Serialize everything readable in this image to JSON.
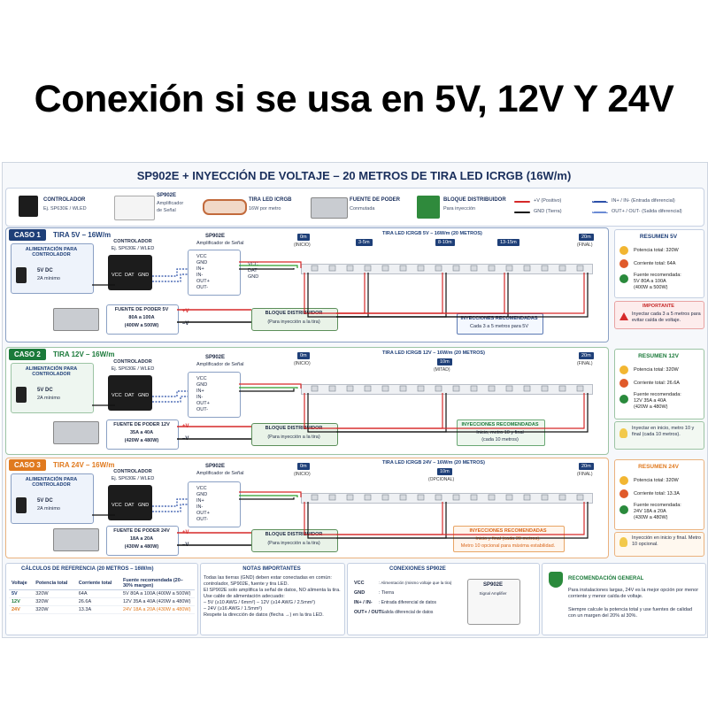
{
  "headline": "Conexión  si se usa en 5V, 12V Y 24V",
  "title": "SP902E + INYECCIÓN DE VOLTAJE – 20 METROS DE TIRA LED ICRGB (16W/m)",
  "legend": {
    "controller": {
      "title": "CONTROLADOR",
      "sub": "Ej. SP630E / WLED"
    },
    "sp902e": {
      "title": "SP902E",
      "sub1": "Amplificador",
      "sub2": "de Señal"
    },
    "strip": {
      "title": "TIRA LED ICRGB",
      "sub": "16W por metro"
    },
    "psu": {
      "title": "FUENTE DE PODER",
      "sub": "Conmutada"
    },
    "distributor": {
      "title": "BLOQUE DISTRIBUIDOR",
      "sub": "Para inyección"
    },
    "lines": {
      "pos": "+V (Positivo)",
      "gnd": "GND (Tierra)",
      "diff_in": "IN+ / IN-  (Entrada diferencial)",
      "diff_out": "OUT+ / OUT-  (Salida diferencial)"
    }
  },
  "colors": {
    "case1": "#1e3f78",
    "case2": "#1b7a3a",
    "case3": "#e07a1f",
    "positive": "#d62828",
    "ground": "#111111",
    "data": "#2a9d2a",
    "diff": "#2b4fa8"
  },
  "case1": {
    "tab": "CASO 1",
    "title": "TIRA 5V – 16W/m",
    "supply_title": "ALIMENTACIÓN PARA CONTROLADOR",
    "supply_v": "5V DC",
    "supply_a": "2A mínimo",
    "controller_title": "CONTROLADOR",
    "controller_sub": "Ej. SP630E / WLED",
    "ctrl_pins": [
      "VCC",
      "DAT",
      "GND"
    ],
    "sp_title": "SP902E",
    "sp_sub": "Amplificador de Señal",
    "sp_pins": [
      "VCC",
      "GND",
      "IN+",
      "IN-",
      "OUT+",
      "OUT-"
    ],
    "strip_title": "TIRA LED ICRGB 5V – 16W/m (20 METROS)",
    "marks": [
      {
        "m": "0m",
        "s": "(INICIO)"
      },
      {
        "m": "3-5m",
        "s": ""
      },
      {
        "m": "8-10m",
        "s": ""
      },
      {
        "m": "13-15m",
        "s": ""
      },
      {
        "m": "20m",
        "s": "(FINAL)"
      }
    ],
    "strip_pins": [
      "VCC",
      "DAT",
      "GND"
    ],
    "psu_title": "FUENTE DE PODER 5V",
    "psu_line1": "80A a 100A",
    "psu_line2": "(400W a 500W)",
    "rails": [
      "+V",
      "–V"
    ],
    "dist_title": "BLOQUE DISTRIBUIDOR",
    "dist_sub": "(Para inyección a la tira)",
    "inj_title": "INYECCIONES RECOMENDADAS",
    "inj_sub": "Cada 3 a 5 metros para 5V",
    "summary_title": "RESUMEN 5V",
    "summary_rows": [
      "Potencia total: 320W",
      "Corriente total: 64A",
      "Fuente recomendada:",
      "5V 80A a 100A",
      "(400W a 500W)"
    ],
    "warning_title": "IMPORTANTE",
    "warning_text": "Inyectar cada 3 a 5 metros para evitar caída de voltaje."
  },
  "case2": {
    "tab": "CASO 2",
    "title": "TIRA 12V – 16W/m",
    "supply_title": "ALIMENTACIÓN PARA CONTROLADOR",
    "supply_v": "5V DC",
    "supply_a": "2A mínimo",
    "controller_title": "CONTROLADOR",
    "controller_sub": "Ej. SP630E / WLED",
    "ctrl_pins": [
      "VCC",
      "DAT",
      "GND"
    ],
    "sp_title": "SP902E",
    "sp_sub": "Amplificador de Señal",
    "sp_pins": [
      "VCC",
      "GND",
      "IN+",
      "IN-",
      "OUT+",
      "OUT-"
    ],
    "strip_title": "TIRA LED ICRGB 12V – 16W/m  (20 METROS)",
    "marks": [
      {
        "m": "0m",
        "s": "(INICIO)"
      },
      {
        "m": "10m",
        "s": "(MITAD)"
      },
      {
        "m": "20m",
        "s": "(FINAL)"
      }
    ],
    "psu_title": "FUENTE DE PODER 12V",
    "psu_line1": "35A a 40A",
    "psu_line2": "(420W a 480W)",
    "rails": [
      "+V",
      "–V"
    ],
    "dist_title": "BLOQUE DISTRIBUIDOR",
    "dist_sub": "(Para inyección a la tira)",
    "inj_title": "INYECCIONES RECOMENDADAS",
    "inj_sub1": "Inicio, metro 10 y final",
    "inj_sub2": "(cada 10 metros)",
    "summary_title": "RESUMEN 12V",
    "summary_rows": [
      "Potencia total: 320W",
      "Corriente total: 26.6A",
      "Fuente recomendada:",
      "12V 35A a 40A",
      "(420W a 480W)"
    ],
    "tip": "Inyectar en inicio, metro 10 y final (cada 10 metros)."
  },
  "case3": {
    "tab": "CASO 3",
    "title": "TIRA 24V – 16W/m",
    "supply_title": "ALIMENTACIÓN PARA CONTROLADOR",
    "supply_v": "5V DC",
    "supply_a": "2A mínimo",
    "controller_title": "CONTROLADOR",
    "controller_sub": "Ej. SP630E / WLED",
    "ctrl_pins": [
      "VCC",
      "DAT",
      "GND"
    ],
    "sp_title": "SP902E",
    "sp_sub": "Amplificador de Señal",
    "sp_pins": [
      "VCC",
      "GND",
      "IN+",
      "IN-",
      "OUT+",
      "OUT-"
    ],
    "strip_title": "TIRA LED ICRGB 24V – 16W/m  (20 METROS)",
    "marks": [
      {
        "m": "0m",
        "s": "(INICIO)"
      },
      {
        "m": "10m",
        "s": "(OPCIONAL)"
      },
      {
        "m": "20m",
        "s": "(FINAL)"
      }
    ],
    "psu_title": "FUENTE DE PODER 24V",
    "psu_line1": "18A a 20A",
    "psu_line2": "(430W a 480W)",
    "rails": [
      "+V",
      "–V"
    ],
    "dist_title": "BLOQUE DISTRIBUIDOR",
    "dist_sub": "(Para inyección a la tira)",
    "inj_title": "INYECCIONES RECOMENDADAS",
    "inj_sub1": "Inicio y final (cada 20 metros).",
    "inj_sub2": "Metro 10 opcional para máxima estabilidad.",
    "summary_title": "RESUMEN 24V",
    "summary_rows": [
      "Potencia total: 320W",
      "Corriente total: 13.3A",
      "Fuente recomendada:",
      "24V 18A a 20A",
      "(430W a 480W)"
    ],
    "tip": "Inyección en inicio y final. Metro 10 opcional."
  },
  "reference": {
    "title": "CÁLCULOS DE REFERENCIA (20 METROS – 16W/m)",
    "headers": [
      "Voltaje",
      "Potencia total",
      "Corriente total",
      "Fuente recomendada (20–30% margen)"
    ],
    "rows": [
      [
        "5V",
        "320W",
        "64A",
        "5V 80A a 100A (400W a 500W)"
      ],
      [
        "12V",
        "320W",
        "26.6A",
        "12V 35A a 40A (420W a 480W)"
      ],
      [
        "24V",
        "320W",
        "13.3A",
        "24V 18A a 20A (430W a 480W)"
      ]
    ]
  },
  "notes": {
    "title": "NOTAS IMPORTANTES",
    "items": [
      "Todas las tierras (GND) deben estar conectadas en común: controlador, SP902E, fuente y tira LED.",
      "El SP902E solo amplifica la señal de datos, NO alimenta la tira.",
      "Use cable de alimentación adecuado:",
      "– 5V (≥10 AWG / 6mm²)   – 12V (≥14 AWG / 2.5mm²)",
      "– 24V (≥16 AWG / 1.5mm²)",
      "Respete la dirección de datos (flecha →) en la tira LED."
    ]
  },
  "connections": {
    "title": "CONEXIONES SP902E",
    "rows": [
      [
        "VCC",
        ": Alimentación (mismo voltaje que la tira)"
      ],
      [
        "GND",
        ": Tierra"
      ],
      [
        "IN+ / IN-",
        ": Entrada diferencial de datos"
      ],
      [
        "OUT+ / OUT-",
        ": Salida diferencial de datos"
      ]
    ],
    "device": "SP902E",
    "device_sub": "Signal Amplifier"
  },
  "general": {
    "title": "RECOMENDACIÓN GENERAL",
    "p1": "Para instalaciones largas, 24V es la mejor opción por menor corriente y menor caída de voltaje.",
    "p2": "Siempre calcule la potencia total y use fuentes de calidad con un margen del 20% al 30%."
  }
}
